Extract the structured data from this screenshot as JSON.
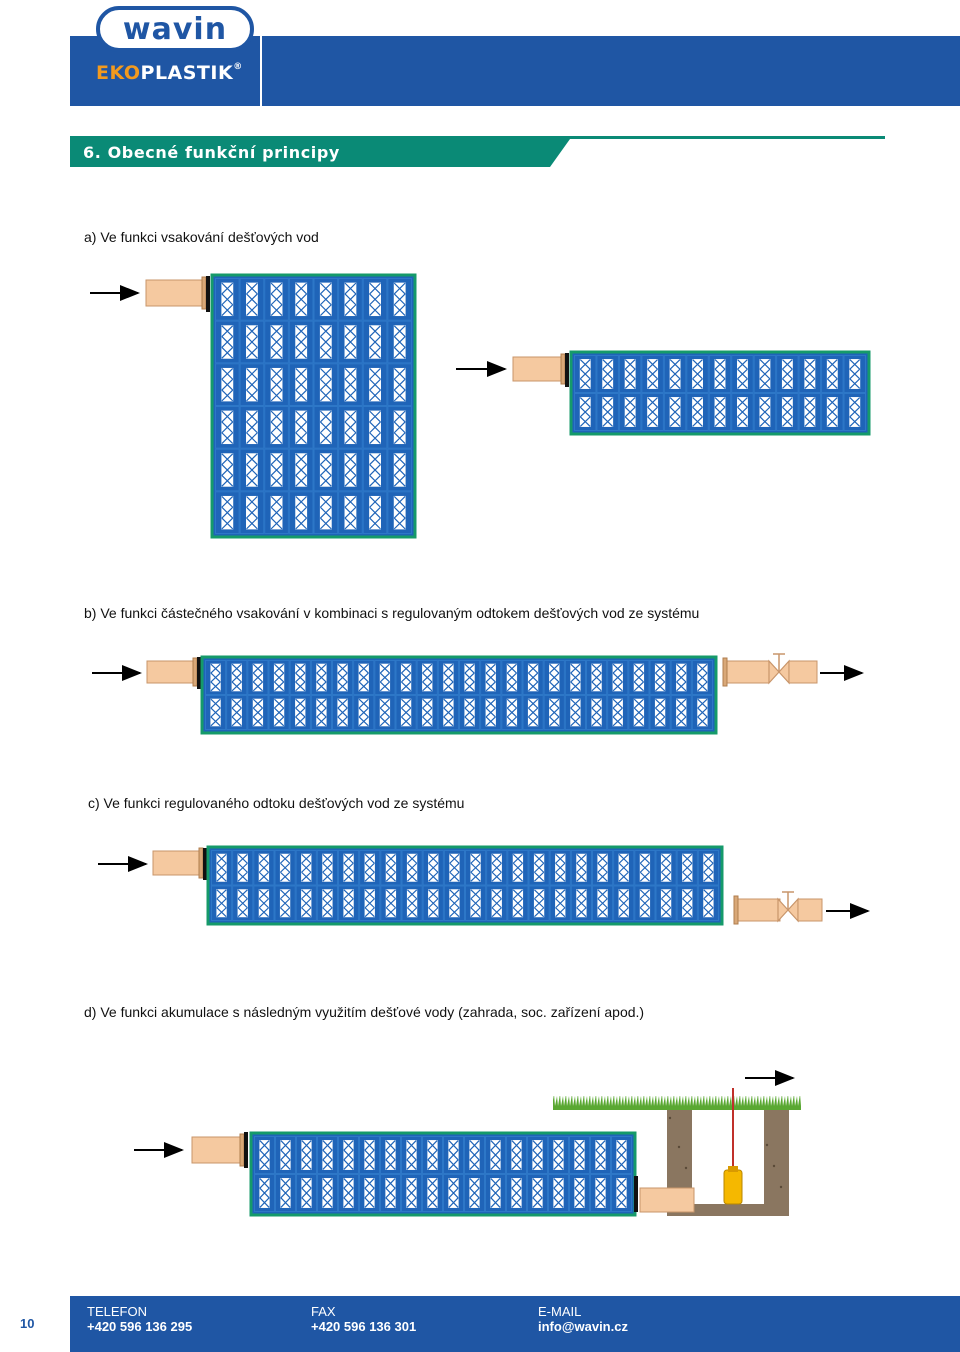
{
  "brand": {
    "logo": "wavin",
    "sub_a": "EKO",
    "sub_b": "PLASTIK",
    "reg": "®"
  },
  "section": {
    "title": "6. Obecné funkční principy"
  },
  "captions": {
    "a": "a) Ve funkci vsakování dešťových vod",
    "b": "b) Ve funkci částečného vsakování v kombinaci s regulovaným odtokem dešťových vod ze systému",
    "c": "c) Ve funkci regulovaného odtoku dešťových vod ze systému",
    "d": "d) Ve funkci akumulace s následným využitím dešťové vody (zahrada, soc. zařízení apod.)"
  },
  "footer": {
    "page": "10",
    "phone_label": "TELEFON",
    "phone": "+420 596 136 295",
    "fax_label": "FAX",
    "fax": "+420 596 136 301",
    "email_label": "E-MAIL",
    "email": "info@wavin.cz"
  },
  "colors": {
    "brand_blue": "#1f56a4",
    "teal": "#0a8a76",
    "crate_blue": "#1f64b8",
    "crate_border": "#159a6a",
    "pipe": "#f5c9a0",
    "soil": "#8a7660",
    "grass": "#5aa832",
    "pump": "#f5b800"
  }
}
